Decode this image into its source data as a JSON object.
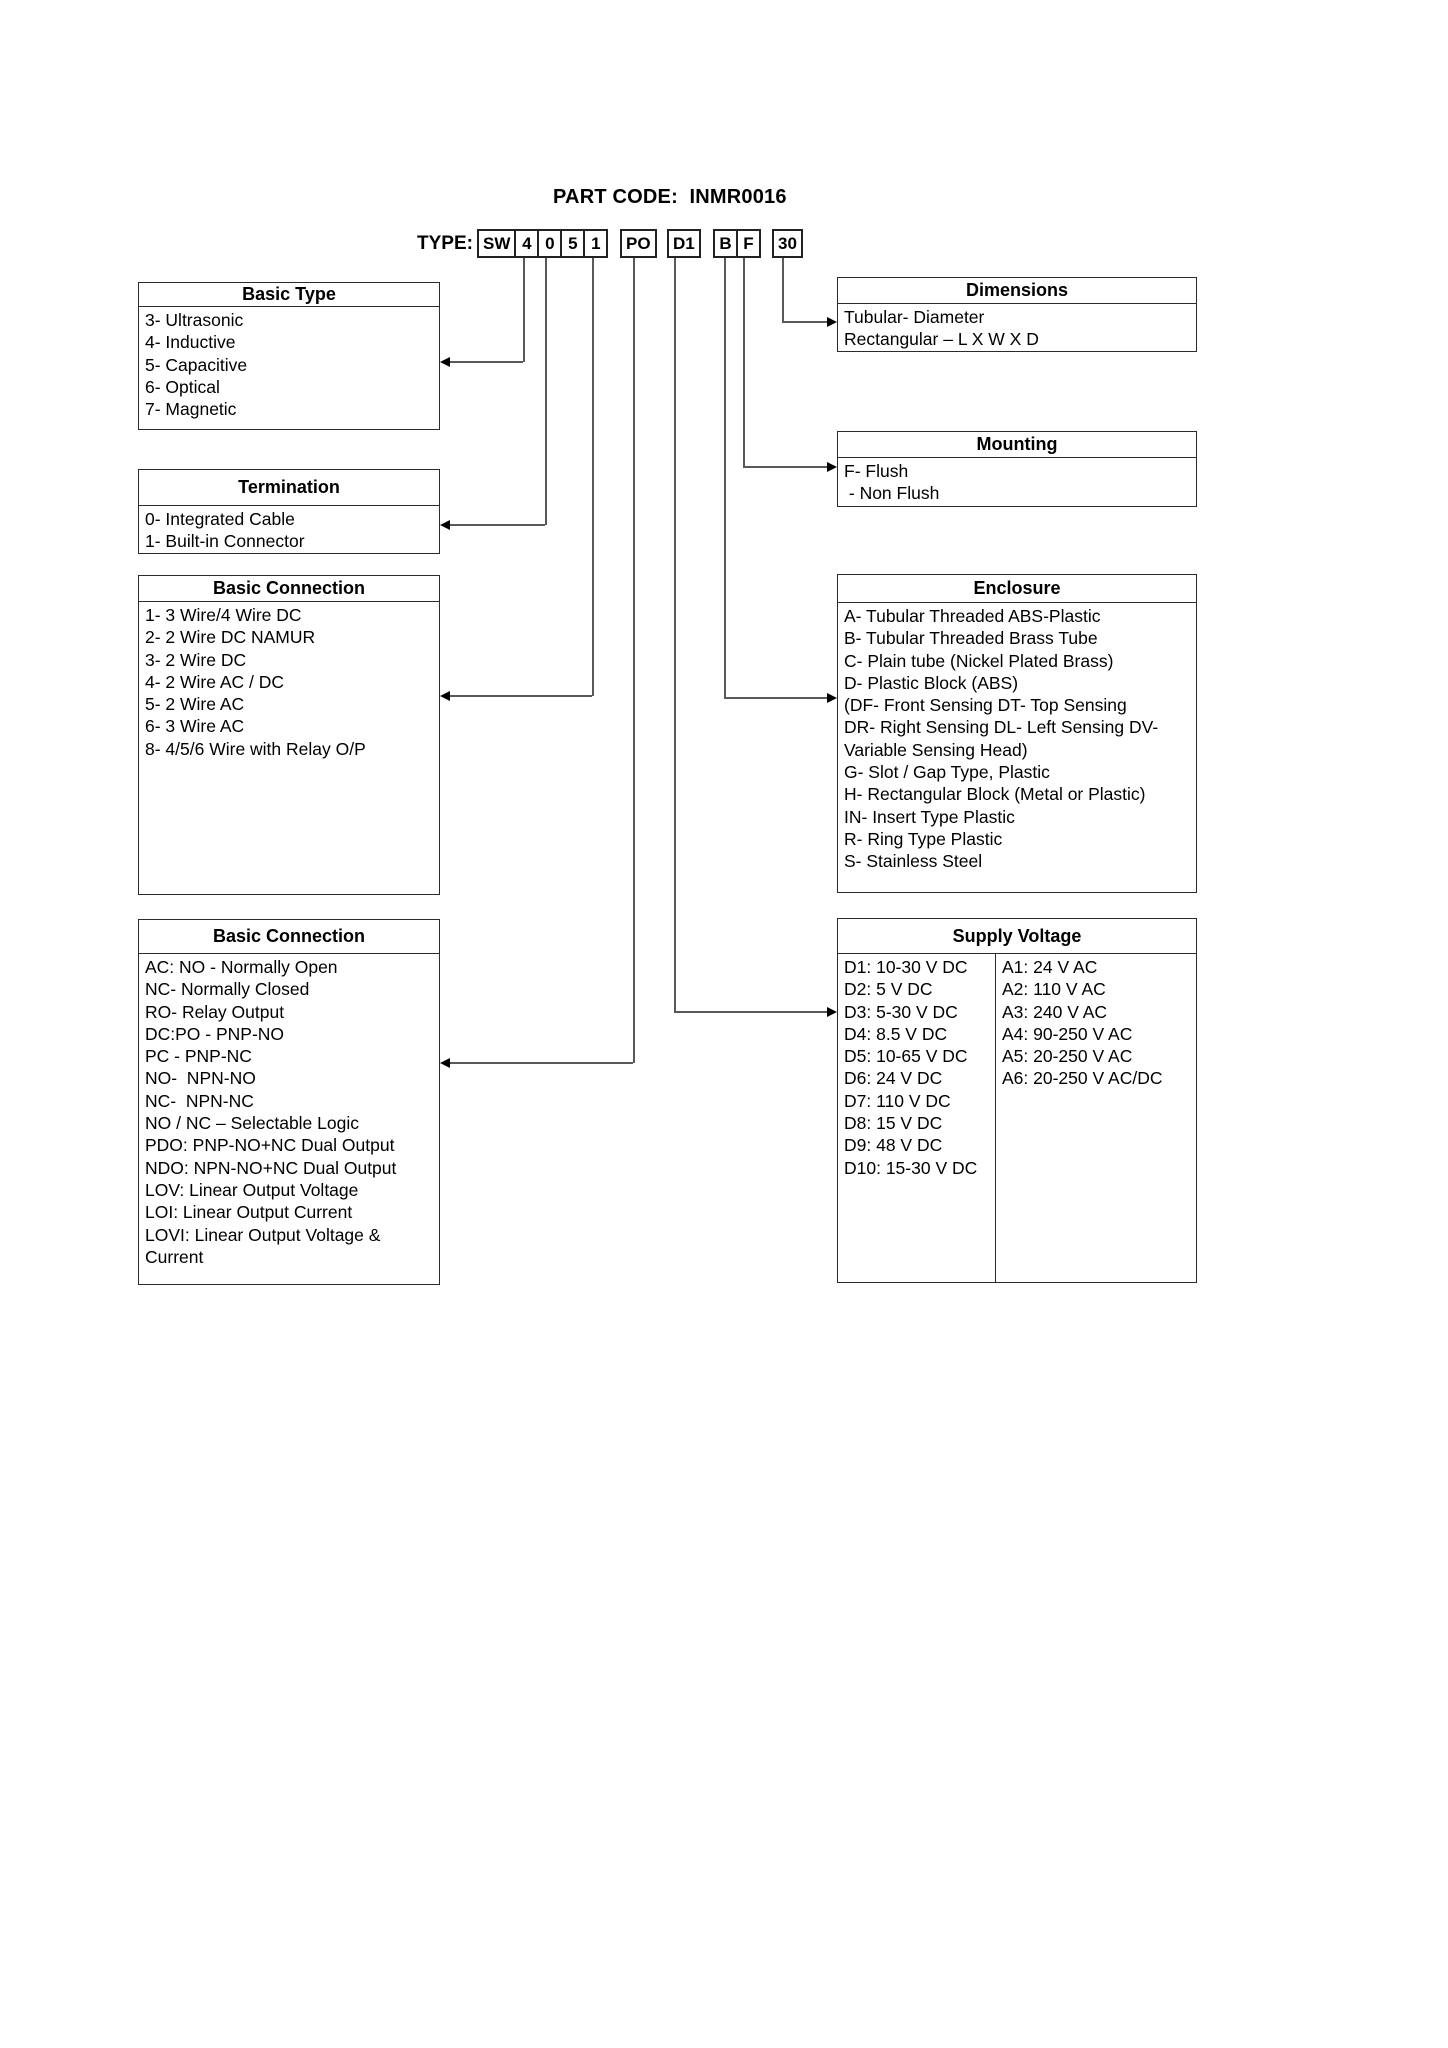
{
  "page": {
    "title": "PART CODE:  INMR0016",
    "type_label": "TYPE:"
  },
  "type_code": {
    "segments": [
      {
        "cells": [
          "SW",
          "4",
          "0",
          "5",
          "1"
        ]
      },
      {
        "cells": [
          "PO"
        ]
      },
      {
        "cells": [
          "D1"
        ]
      },
      {
        "cells": [
          "B",
          "F"
        ]
      },
      {
        "cells": [
          "30"
        ]
      }
    ]
  },
  "boxes": {
    "basic_type": {
      "title": "Basic Type",
      "items": [
        "3- Ultrasonic",
        "4- Inductive",
        "5- Capacitive",
        "6- Optical",
        "7- Magnetic"
      ]
    },
    "termination": {
      "title": "Termination",
      "items": [
        "0- Integrated Cable",
        "1- Built-in Connector"
      ]
    },
    "basic_connection_1": {
      "title": "Basic Connection",
      "items": [
        "1- 3 Wire/4 Wire DC",
        "2- 2 Wire DC NAMUR",
        "3- 2 Wire DC",
        "4- 2 Wire AC / DC",
        "5- 2 Wire AC",
        "6- 3 Wire AC",
        "8- 4/5/6 Wire with Relay O/P"
      ]
    },
    "basic_connection_2": {
      "title": "Basic Connection",
      "items": [
        "AC: NO - Normally Open",
        "NC- Normally Closed",
        "RO- Relay Output",
        "DC:PO - PNP-NO",
        "PC - PNP-NC",
        "NO-  NPN-NO",
        "NC-  NPN-NC",
        "NO / NC – Selectable Logic",
        "PDO: PNP-NO+NC Dual Output",
        "NDO: NPN-NO+NC Dual Output",
        "LOV: Linear Output Voltage",
        "LOI: Linear Output Current",
        "LOVI: Linear Output Voltage & Current"
      ]
    },
    "dimensions": {
      "title": "Dimensions",
      "items": [
        "Tubular- Diameter",
        "Rectangular – L X W X D"
      ]
    },
    "mounting": {
      "title": "Mounting",
      "items": [
        "F- Flush",
        " - Non Flush"
      ]
    },
    "enclosure": {
      "title": "Enclosure",
      "items": [
        "A- Tubular Threaded ABS-Plastic",
        "B- Tubular Threaded Brass Tube",
        "C- Plain tube (Nickel Plated Brass)",
        "D- Plastic Block (ABS)",
        "(DF- Front Sensing DT- Top Sensing",
        "DR- Right Sensing DL- Left Sensing DV-",
        "Variable Sensing Head)",
        "G- Slot / Gap Type, Plastic",
        "H- Rectangular Block (Metal or Plastic)",
        "IN- Insert Type Plastic",
        "R- Ring Type Plastic",
        "S- Stainless Steel"
      ]
    },
    "supply_voltage": {
      "title": "Supply Voltage",
      "dc_items": [
        "D1: 10-30 V DC",
        "D2: 5 V DC",
        "D3: 5-30 V DC",
        "D4: 8.5 V DC",
        "D5: 10-65 V DC",
        "D6: 24 V DC",
        "D7: 110 V DC",
        "D8: 15 V DC",
        "D9: 48 V DC",
        "D10: 15-30 V DC"
      ],
      "ac_items": [
        "A1: 24 V AC",
        "A2: 110 V AC",
        "A3: 240 V AC",
        "A4: 90-250 V AC",
        "A5: 20-250 V AC",
        "A6: 20-250 V AC/DC"
      ]
    }
  },
  "colors": {
    "background": "#ffffff",
    "text": "#000000",
    "box_border": "#2b2b2b",
    "connector_line": "#595959",
    "arrowhead": "#000000"
  }
}
